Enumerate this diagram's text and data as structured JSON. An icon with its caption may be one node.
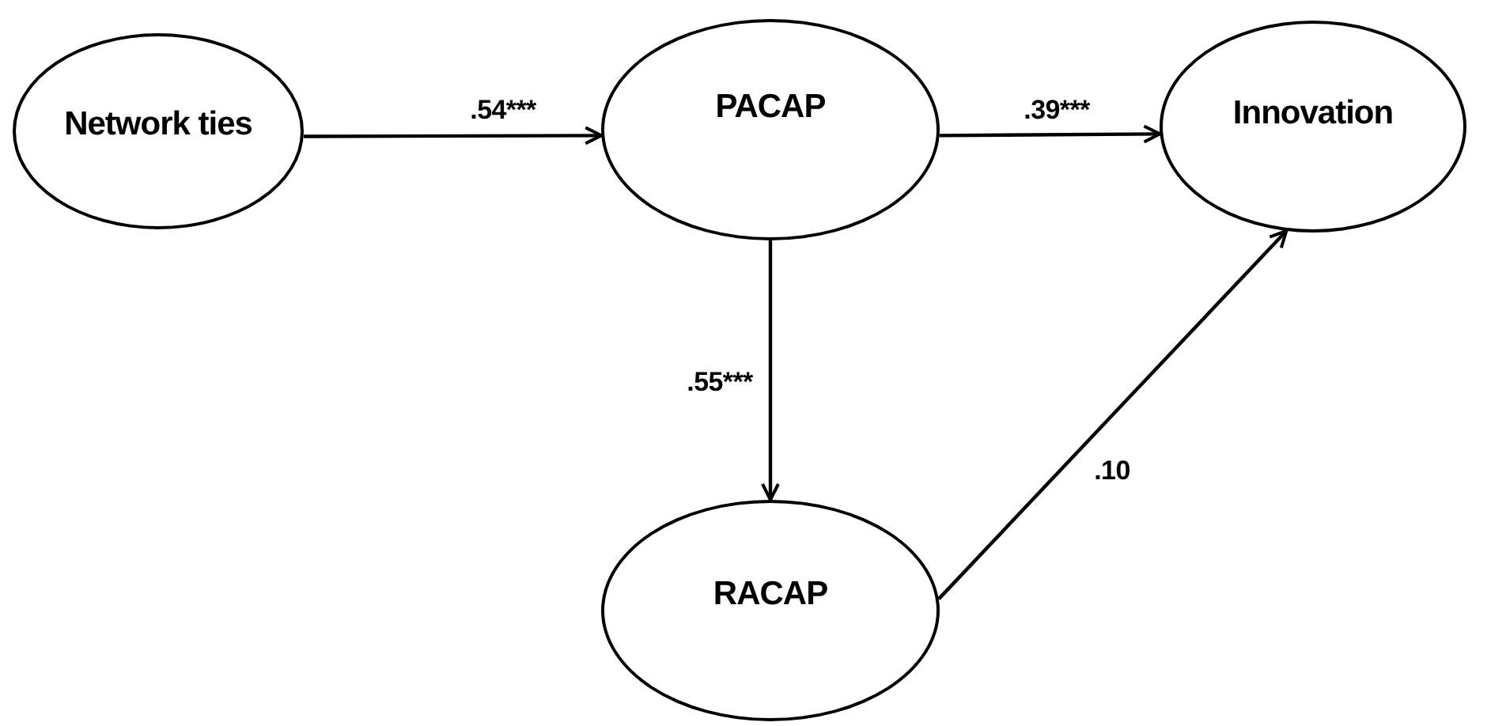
{
  "diagram": {
    "nodes": [
      {
        "text": [
          "Network ties"
        ]
      },
      {
        "text": [
          "PACAP"
        ]
      },
      {
        "text": [
          "Innovation"
        ]
      },
      {
        "text": [
          "RACAP"
        ]
      }
    ],
    "edges": [
      {
        "from": 0,
        "to": 1,
        "arrow": "to",
        "label": ".54***"
      },
      {
        "from": 1,
        "to": 2,
        "arrow": "to",
        "label": ".39***"
      },
      {
        "from": 1,
        "to": 3,
        "arrow": "to",
        "label": ".55***"
      },
      {
        "from": 3,
        "to": 2,
        "arrow": "to",
        "label": ".10"
      }
    ]
  }
}
